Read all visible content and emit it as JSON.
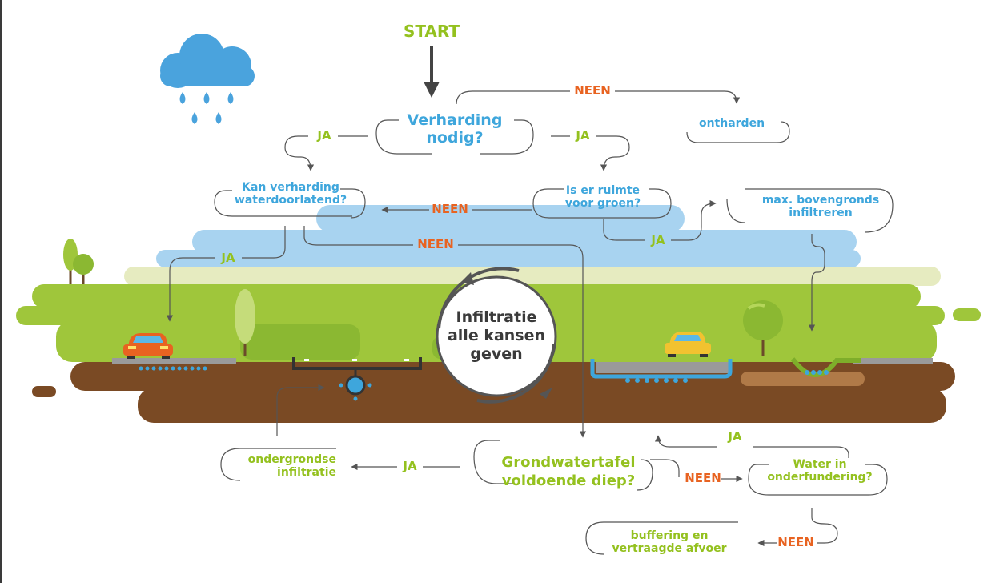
{
  "start": "START",
  "center": {
    "line1": "Infiltratie",
    "line2": "alle kansen",
    "line3": "geven"
  },
  "nodes": {
    "verharding_nodig": {
      "line1": "Verharding",
      "line2": "nodig?"
    },
    "ontharden": "ontharden",
    "kan_verharding": {
      "line1": "Kan verharding",
      "line2": "waterdoorlatend?"
    },
    "ruimte_groen": {
      "line1": "Is er ruimte",
      "line2": "voor groen?"
    },
    "max_bovengronds": {
      "line1": "max. bovengronds",
      "line2": "infiltreren"
    },
    "grondwatertafel": {
      "line1": "Grondwatertafel",
      "line2": "voldoende diep?"
    },
    "ondergrondse": {
      "line1": "ondergrondse",
      "line2": "infiltratie"
    },
    "water_onderfundering": {
      "line1": "Water in",
      "line2": "onderfundering?"
    },
    "buffering": {
      "line1": "buffering en",
      "line2": "vertraagde afvoer"
    }
  },
  "edges": {
    "neen_top": "NEEN",
    "ja_left": "JA",
    "ja_right": "JA",
    "neen_mid": "NEEN",
    "neen_lower": "NEEN",
    "ja_green": "JA",
    "ja_kan": "JA",
    "ja_grond": "JA",
    "neen_grond": "NEEN",
    "ja_water": "JA",
    "neen_water": "NEEN"
  },
  "colors": {
    "blue": "#3ea6dc",
    "green": "#94c11f",
    "orange": "#e86321",
    "soil": "#7a4a24",
    "sky": "#a8d3f0",
    "grass": "#9fc63b"
  }
}
